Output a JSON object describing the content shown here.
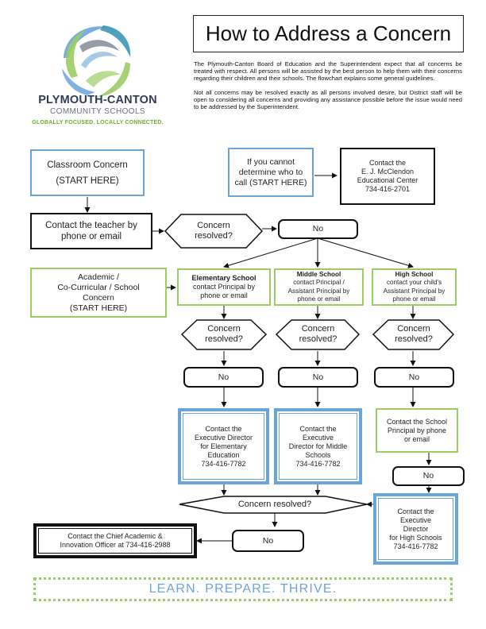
{
  "logo": {
    "name_line1": "PLYMOUTH-CANTON",
    "name_line2": "COMMUNITY SCHOOLS",
    "tagline": "GLOBALLY FOCUSED. LOCALLY CONNECTED."
  },
  "title": "How to Address a Concern",
  "intro": {
    "p1": "The Plymouth-Canton Board of Education and the Superintendent expect that all concerns be treated with respect. All persons will be assisted by the best person to help them with their concerns regarding their children and their schools.   The flowchart explains some general guidelines.",
    "p2": "Not all concerns may be resolved exactly as all persons involved desire, but District staff will be open to considering all concerns and providing any assistance possible before the issue would need to be addressed by the Superintendent."
  },
  "flow": {
    "classroom_l1": "Classroom Concern",
    "classroom_l2": "(START HERE)",
    "unsure_l1": "If you cannot",
    "unsure_l2": "determine who to",
    "unsure_l3": "call  (START HERE)",
    "ejm_l1": "Contact the",
    "ejm_l2": "E. J. McClendon",
    "ejm_l3": "Educational Center",
    "ejm_l4": "734-416-2701",
    "teacher_l1": "Contact the teacher by",
    "teacher_l2": "phone or email",
    "resolved_l1": "Concern",
    "resolved_l2": "resolved?",
    "no": "No",
    "academic_l1": "Academic /",
    "academic_l2": "Co-Curricular / School",
    "academic_l3": "Concern",
    "academic_l4": "(START HERE)",
    "elem_head": "Elementary School",
    "elem_l1": "contact Principal by",
    "elem_l2": "phone or email",
    "mid_head": "Middle School",
    "mid_l1": "contact Principal /",
    "mid_l2": "Assistant  Principal by",
    "mid_l3": "phone or email",
    "high_head": "High School",
    "high_l1": "contact your child's",
    "high_l2": "Assistant Principal by",
    "high_l3": "phone or email",
    "exec_elem_l1": "Contact the",
    "exec_elem_l2": "Executive Director",
    "exec_elem_l3": "for Elementary",
    "exec_elem_l4": "Education",
    "exec_elem_l5": "734-416-7782",
    "exec_mid_l1": "Contact the",
    "exec_mid_l2": "Executive",
    "exec_mid_l3": "Director for Middle",
    "exec_mid_l4": "Schools",
    "exec_mid_l5": "734-416-7782",
    "hs_principal_l1": "Contact the School",
    "hs_principal_l2": "Principal by phone",
    "hs_principal_l3": "or email",
    "concern_resolved_wide": "Concern resolved?",
    "exec_high_l1": "Contact the",
    "exec_high_l2": "Executive",
    "exec_high_l3": "Director",
    "exec_high_l4": "for High Schools",
    "exec_high_l5": "734-416-7782",
    "chief_l1": "Contact the Chief Academic &",
    "chief_l2": "Innovation Officer at  734-416-2988"
  },
  "footer": "LEARN.   PREPARE.   THRIVE.",
  "colors": {
    "blue": "#6aa5d9",
    "green": "#9ccc64",
    "navy": "#2f3a55"
  }
}
